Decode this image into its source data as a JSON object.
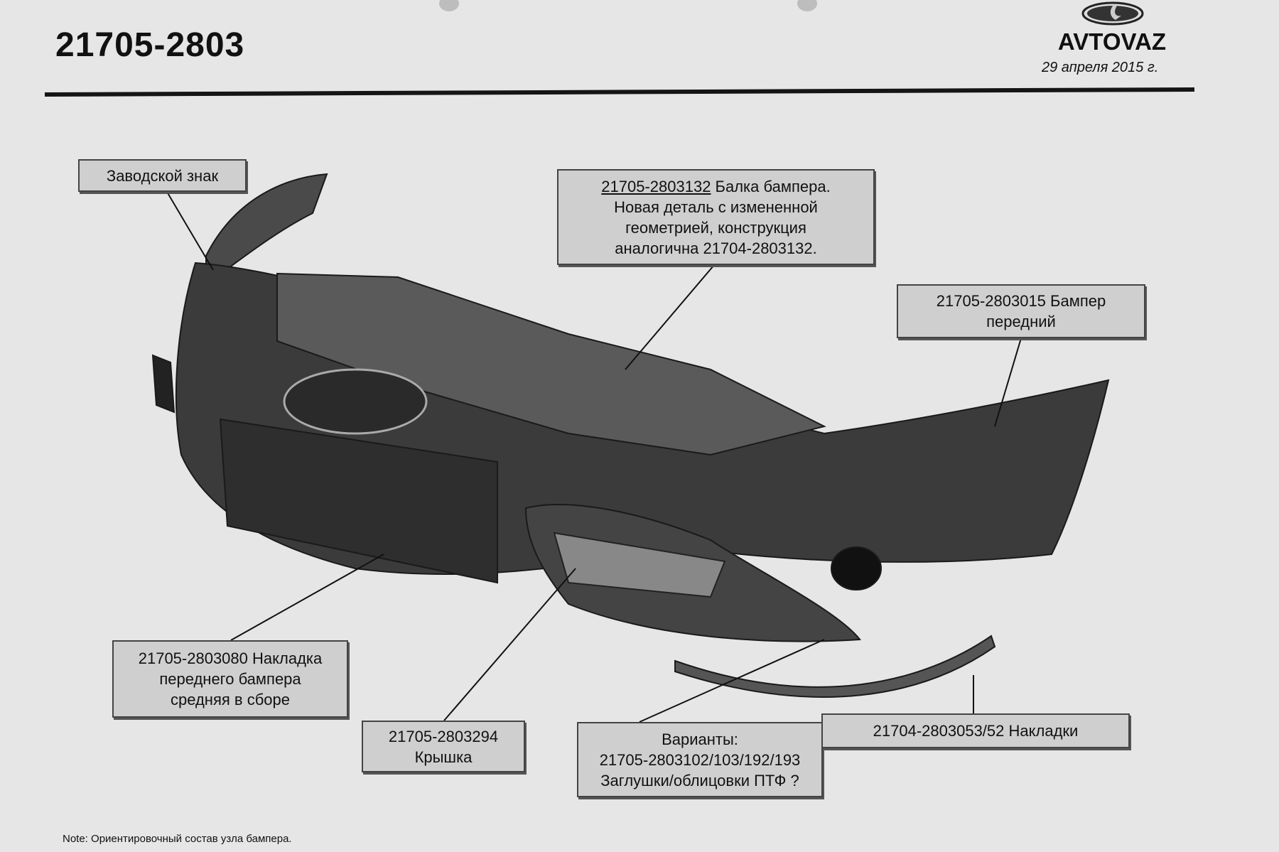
{
  "header": {
    "doc_number": "21705-2803",
    "brand": "AVTOVAZ",
    "date": "29 апреля 2015 г."
  },
  "callouts": {
    "emblem": "Заводской знак",
    "beam": {
      "part": "21705-2803132",
      "text1": " Балка бампера.",
      "line2": "Новая деталь с измененной",
      "line3": "геометрией, конструкция",
      "line4": "аналогична 21704-2803132."
    },
    "bumper": {
      "line1": "21705-2803015 Бампер",
      "line2": "передний"
    },
    "middle": {
      "line1": "21705-2803080 Накладка",
      "line2": "переднего бампера",
      "line3": "средняя в сборе"
    },
    "cover": {
      "line1": "21705-2803294",
      "line2": "Крышка"
    },
    "variants": {
      "line1": "Варианты:",
      "line2": "21705-2803102/103/192/193",
      "line3": "Заглушки/облицовки ПТФ ?"
    },
    "trims": "21704-2803053/52 Накладки"
  },
  "note": {
    "label": "Note:",
    "text": " Ориентировочный состав узла  бампера."
  }
}
